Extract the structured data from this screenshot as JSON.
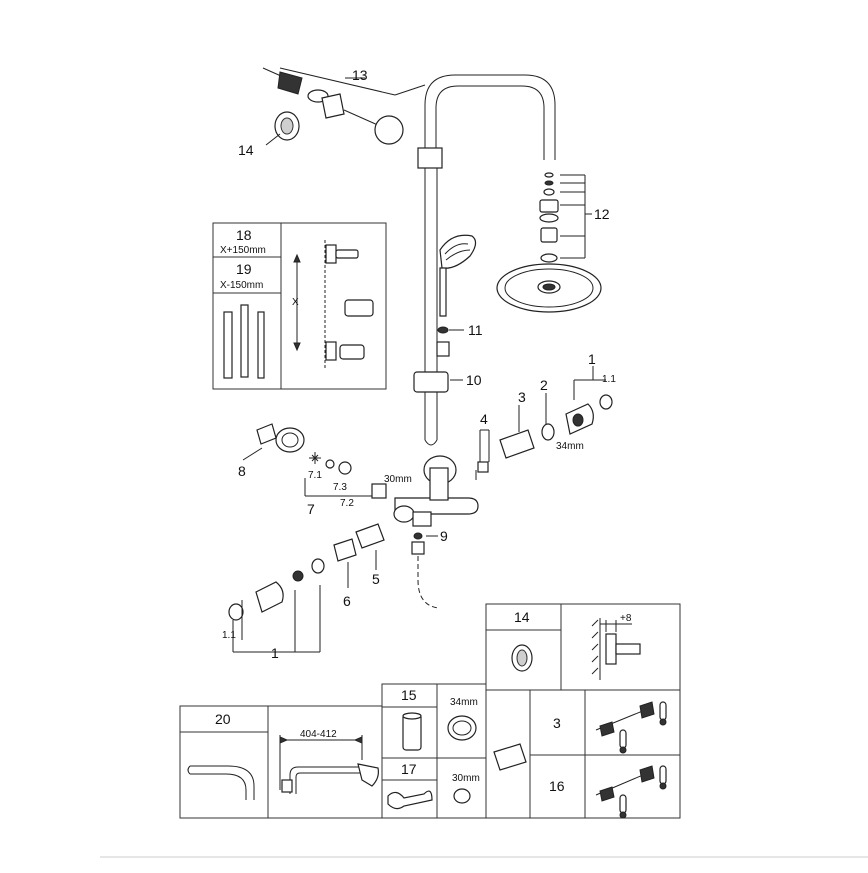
{
  "callouts": {
    "c1": "1",
    "c1_1": "1.1",
    "c2": "2",
    "c3": "3",
    "c4": "4",
    "c5": "5",
    "c6": "6",
    "c7": "7",
    "c7_1": "7.1",
    "c7_2": "7.2",
    "c7_3": "7.3",
    "c8": "8",
    "c9": "9",
    "c10": "10",
    "c11": "11",
    "c12": "12",
    "c13": "13",
    "c14": "14",
    "c1b": "1",
    "c1_1b": "1.1"
  },
  "dimensions": {
    "d34_top": "34mm",
    "d30_top": "30mm",
    "x_marker": "X"
  },
  "inset_rail": {
    "n18": "18",
    "n18_size": "X+150mm",
    "n19": "19",
    "n19_size": "X-150mm"
  },
  "panels": {
    "p20": "20",
    "p20_dim": "404-412",
    "p15": "15",
    "p15_dim": "34mm",
    "p17": "17",
    "p17_dim": "30mm",
    "p14": "14",
    "p14_dim": "+8",
    "p3": "3",
    "p16": "16"
  }
}
